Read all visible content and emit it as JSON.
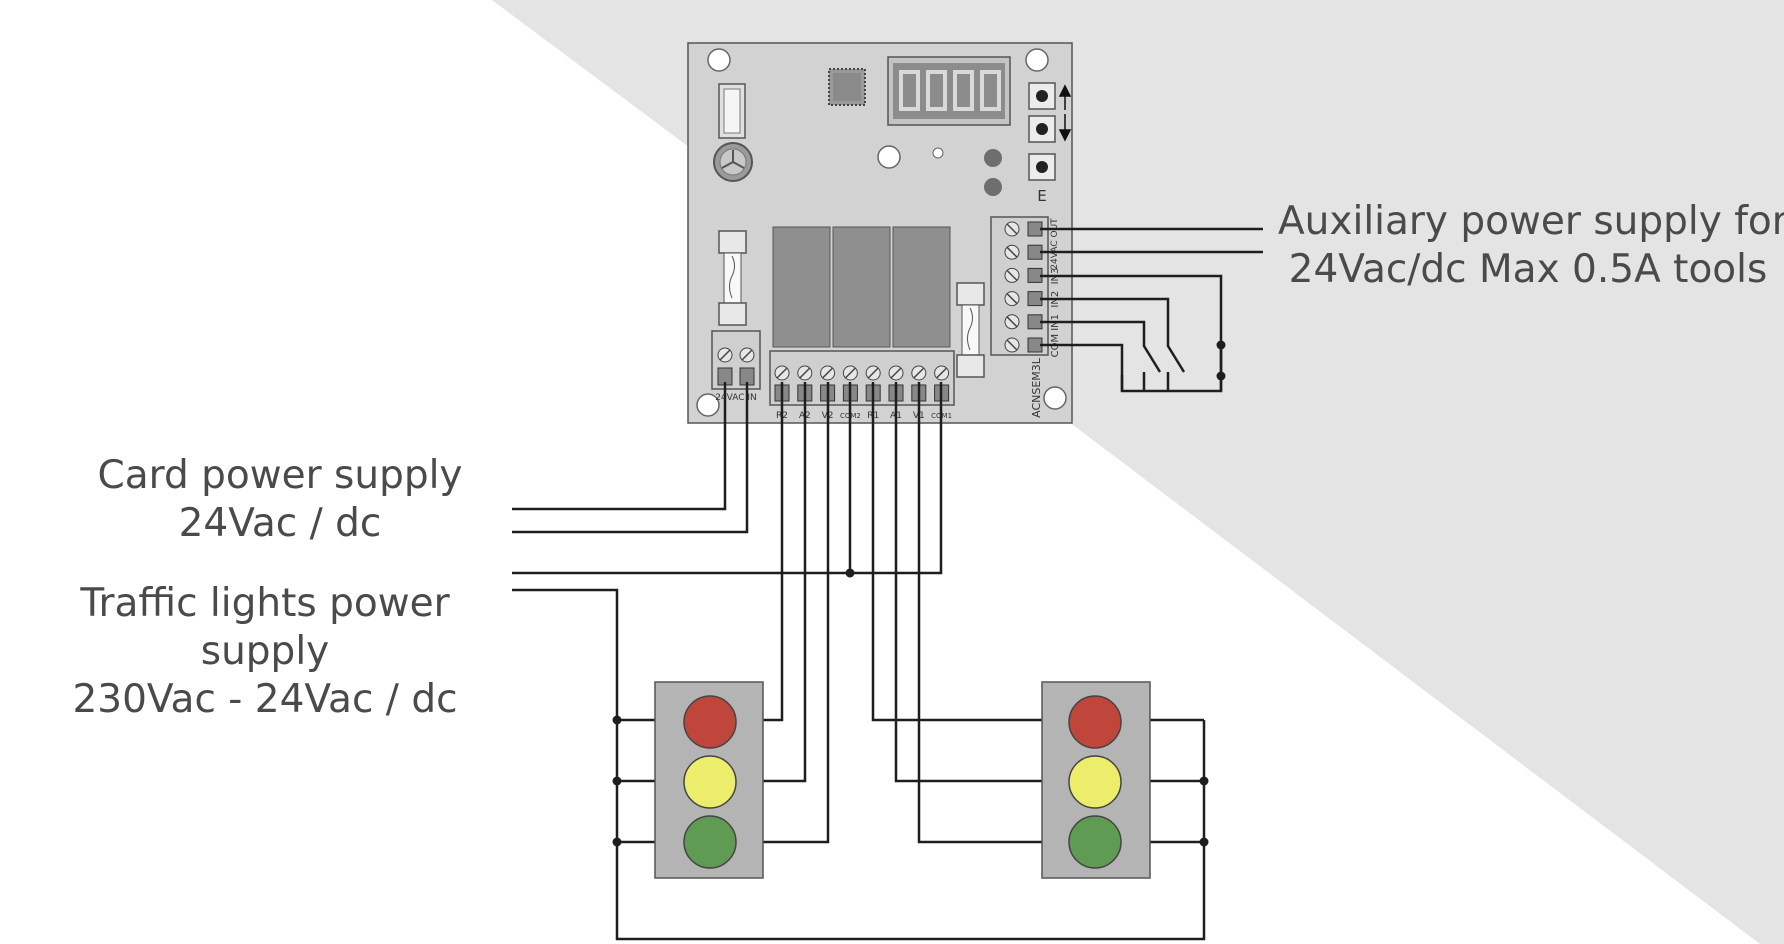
{
  "labels": {
    "aux_supply_line1": "Auxiliary power supply for",
    "aux_supply_line2": "24Vac/dc Max 0.5A tools",
    "card_supply_line1": "Card power supply",
    "card_supply_line2": "24Vac / dc",
    "traffic_supply_line1": "Traffic lights power",
    "traffic_supply_line2": "supply",
    "traffic_supply_line3": "230Vac - 24Vac / dc"
  },
  "board": {
    "model": "ACNSEM3L",
    "display": "0000",
    "button_enter": "E",
    "input_terminal": "24VAC IN",
    "output_terminal": "24VAC OUT",
    "side_pins": [
      "IN3",
      "IN2",
      "IN1",
      "COM"
    ],
    "bottom_pins": [
      "R2",
      "A2",
      "V2",
      "COM2",
      "R1",
      "A1",
      "V1",
      "COM1"
    ]
  },
  "colors": {
    "background_band": "#e4e4e4",
    "board_fill": "#d2d2d2",
    "relay": "#8f8f8f",
    "light_red": "#c0463c",
    "light_yellow": "#eded6c",
    "light_green": "#5f9b52",
    "housing": "#b4b4b4",
    "wire": "#1e1e1e"
  }
}
